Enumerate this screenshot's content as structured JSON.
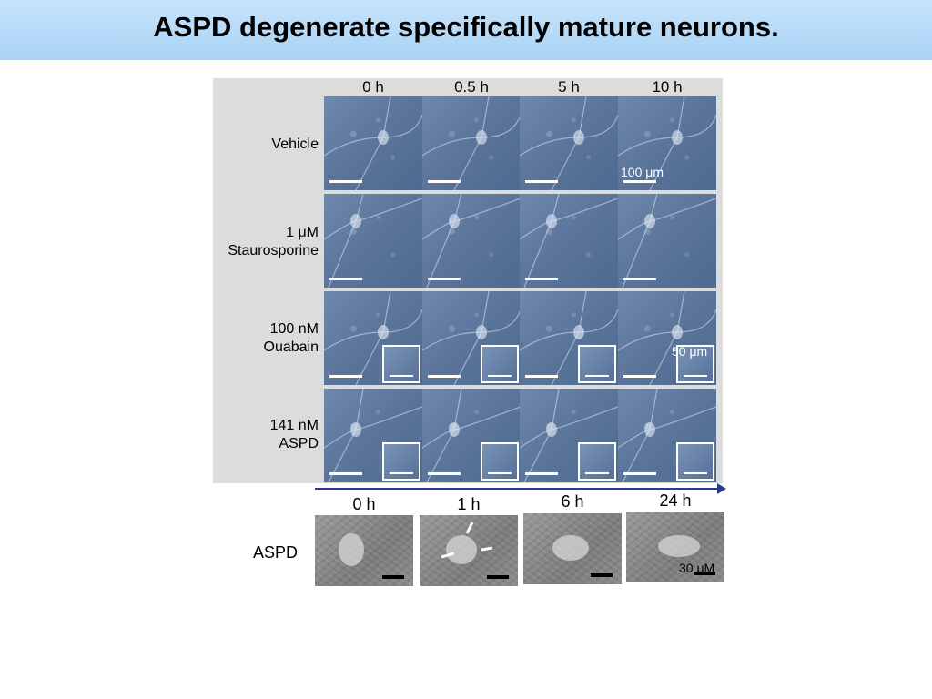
{
  "slide": {
    "title": "ASPD degenerate specifically mature neurons."
  },
  "figure_top": {
    "time_labels": [
      "0 h",
      "0.5 h",
      "5 h",
      "10 h"
    ],
    "rows": [
      {
        "label_line1": "Vehicle",
        "label_line2": "",
        "has_inset": false
      },
      {
        "label_line1": "1 μM",
        "label_line2": "Staurosporine",
        "has_inset": false
      },
      {
        "label_line1": "100 nM",
        "label_line2": "Ouabain",
        "has_inset": true
      },
      {
        "label_line1": "141 nM",
        "label_line2": "ASPD",
        "has_inset": true
      }
    ],
    "scale_labels": {
      "vehicle": "100 μm",
      "ouabain_inset": "50 μm"
    }
  },
  "figure_bottom": {
    "row_label": "ASPD",
    "time_labels": [
      "0 h",
      "1 h",
      "6 h",
      "24 h"
    ],
    "scale_label": "30 μM"
  },
  "colors": {
    "title_bar": "#b4d9f7",
    "panel_bg": "#dcdcdc",
    "arrow": "#2b3a8c"
  }
}
